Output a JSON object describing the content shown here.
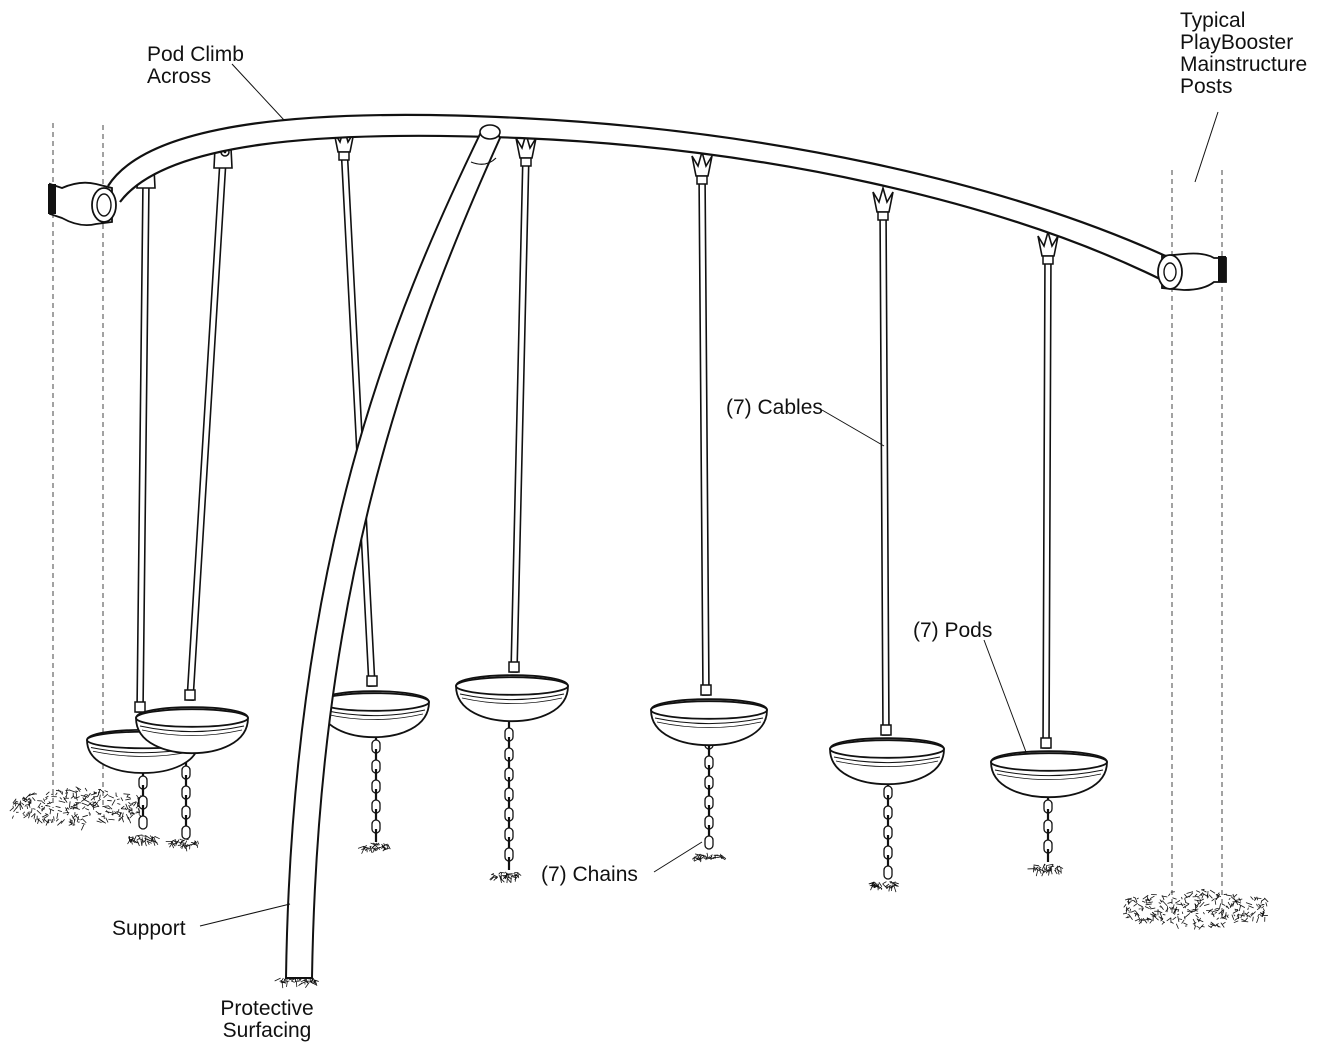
{
  "labels": {
    "pod_climb": [
      "Pod Climb",
      "Across"
    ],
    "posts": [
      "Typical",
      "PlayBooster",
      "Mainstructure",
      "Posts"
    ],
    "cables": "(7) Cables",
    "pods": "(7) Pods",
    "chains": "(7) Chains",
    "support": "Support",
    "surfacing": [
      "Protective",
      "Surfacing"
    ]
  },
  "counts": {
    "cables": 7,
    "pods": 7,
    "chains": 7
  },
  "colors": {
    "line": "#111111",
    "fill": "#ffffff",
    "post_dash": "#444444"
  }
}
